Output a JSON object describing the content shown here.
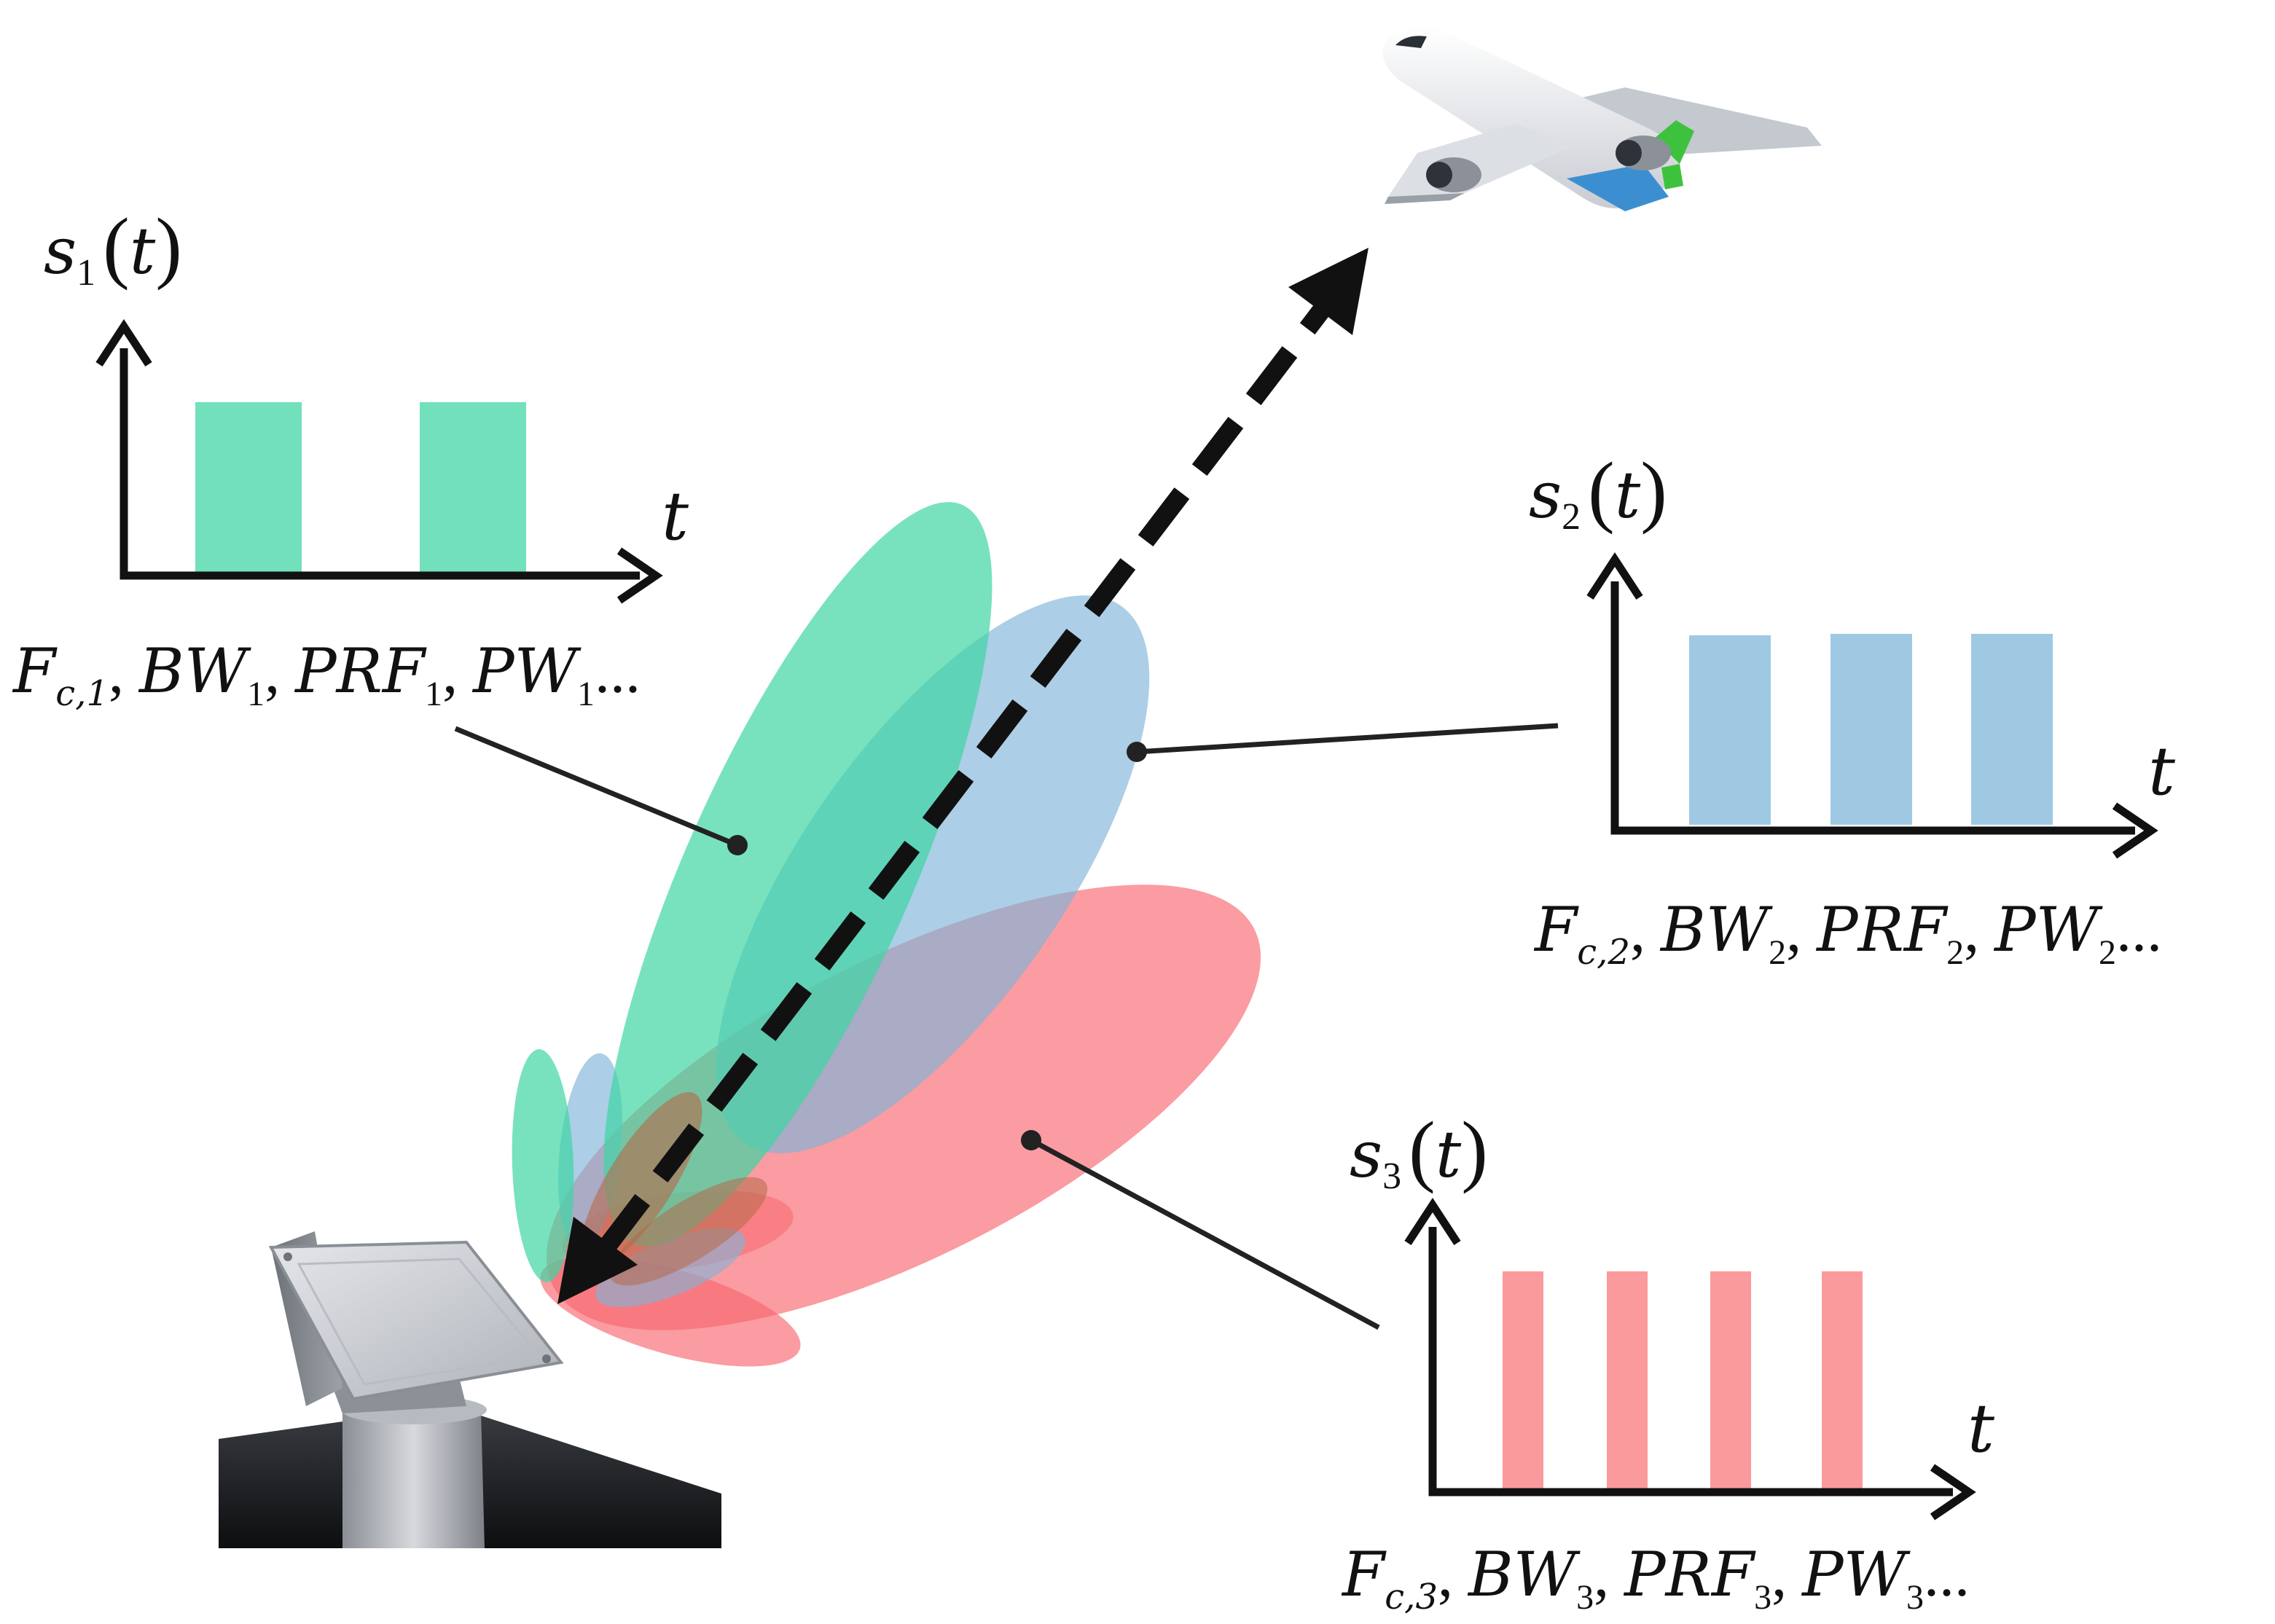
{
  "signals": [
    {
      "id": "s1",
      "label_base": "s",
      "label_sub": "1",
      "label_arg": "t",
      "axis_label": "t",
      "param_text": "F_{c,1}, BW_1, PRF_1, PW_1...",
      "pulse_count": 2,
      "color": "#72e0bc"
    },
    {
      "id": "s2",
      "label_base": "s",
      "label_sub": "2",
      "label_arg": "t",
      "axis_label": "t",
      "param_text": "F_{c,2}, BW_2, PRF_2, PW_2...",
      "pulse_count": 3,
      "color": "#9fc9e3"
    },
    {
      "id": "s3",
      "label_base": "s",
      "label_sub": "3",
      "label_arg": "t",
      "axis_label": "t",
      "param_text": "F_{c,3}, BW_3, PRF_3, PW_3...",
      "pulse_count": 4,
      "color": "#fb9a9d"
    }
  ],
  "beam_colors": {
    "green": "#3ed6a3",
    "blue": "#7fb4d9",
    "red": "#f8676e"
  },
  "icons": {
    "target": "airplane-icon",
    "radar": "radar-antenna-icon"
  }
}
